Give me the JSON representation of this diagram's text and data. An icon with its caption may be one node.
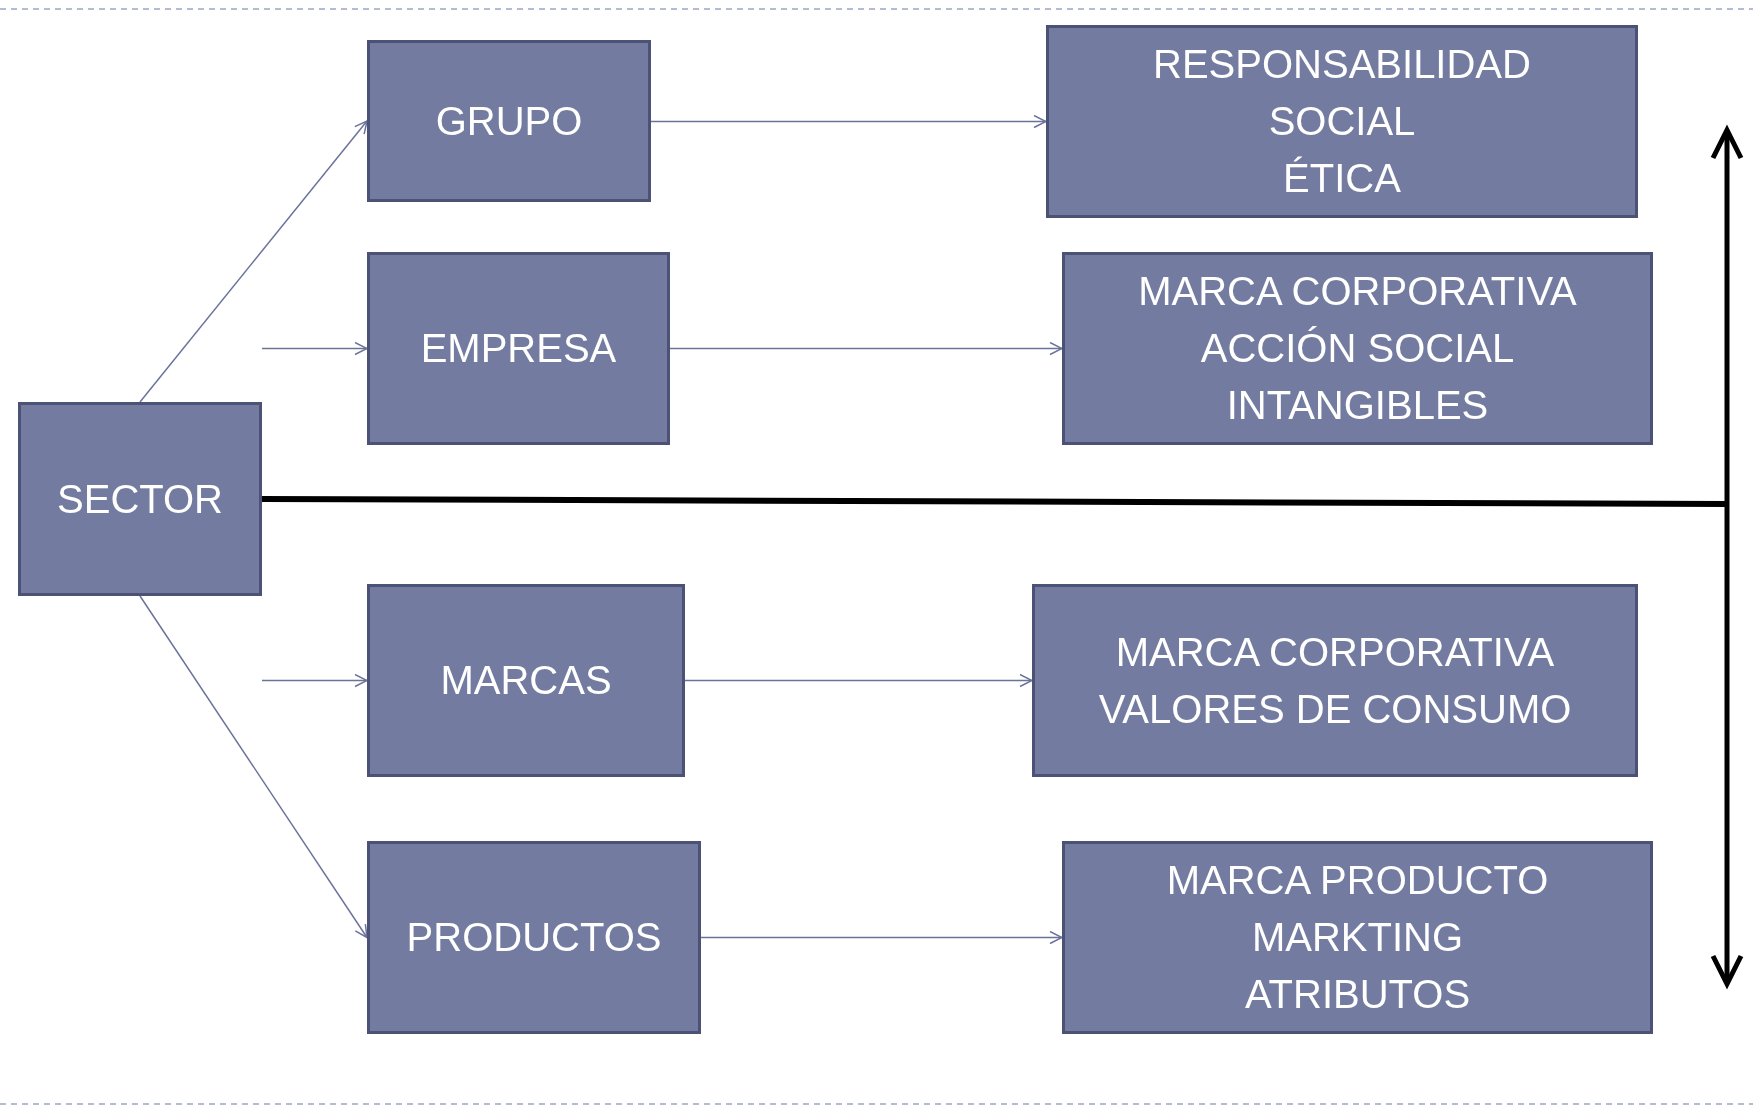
{
  "diagram": {
    "nodes": [
      {
        "text": [
          "SECTOR"
        ]
      },
      {
        "text": [
          "GRUPO"
        ]
      },
      {
        "text": [
          "EMPRESA"
        ]
      },
      {
        "text": [
          "MARCAS"
        ]
      },
      {
        "text": [
          "PRODUCTOS"
        ]
      },
      {
        "text": [
          "RESPONSABILIDAD",
          "SOCIAL",
          "ÉTICA"
        ]
      },
      {
        "text": [
          "MARCA CORPORATIVA",
          "ACCIÓN SOCIAL",
          "INTANGIBLES"
        ]
      },
      {
        "text": [
          "MARCA CORPORATIVA",
          "VALORES DE CONSUMO"
        ]
      },
      {
        "text": [
          "MARCA PRODUCTO",
          "MARKTING",
          "ATRIBUTOS"
        ]
      }
    ],
    "edges": [
      {
        "from": 0,
        "to": 1,
        "arrow": "to"
      },
      {
        "from": 0,
        "to": 2,
        "arrow": "to"
      },
      {
        "from": 0,
        "to": 3,
        "arrow": "to"
      },
      {
        "from": 0,
        "to": 4,
        "arrow": "to"
      },
      {
        "from": 1,
        "to": 5,
        "arrow": "to"
      },
      {
        "from": 2,
        "to": 6,
        "arrow": "to"
      },
      {
        "from": 3,
        "to": 7,
        "arrow": "to"
      },
      {
        "from": 4,
        "to": 8,
        "arrow": "to"
      },
      {
        "from": 0,
        "to": null,
        "arrow": "none",
        "style": "thick",
        "color": "#000000"
      }
    ]
  }
}
